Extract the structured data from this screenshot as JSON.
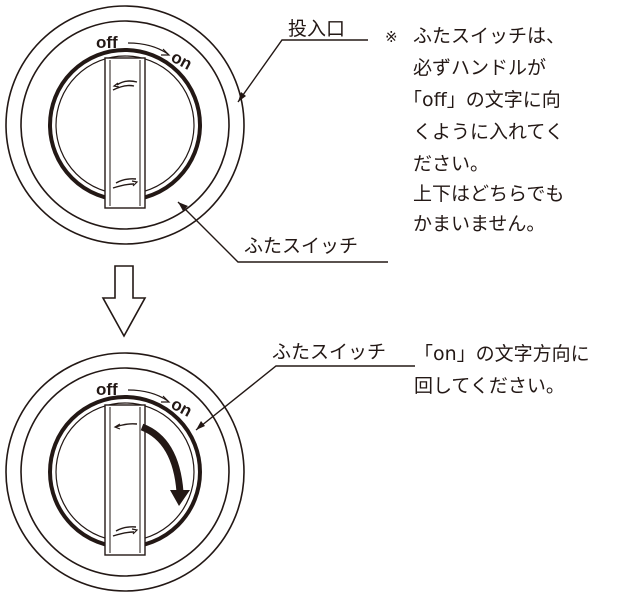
{
  "diagram": {
    "dial_labels": {
      "off": "off",
      "on": "on"
    },
    "callouts": {
      "inlet": "投入口",
      "lid_switch_top": "ふたスイッチ",
      "lid_switch_bottom": "ふたスイッチ"
    },
    "note_top": {
      "mark": "※",
      "lines": [
        "ふたスイッチは、",
        "必ずハンドルが",
        "「off」の文字に向",
        "くように入れてく",
        "ださい。",
        "上下はどちらでも",
        "かまいません。"
      ]
    },
    "note_bottom": {
      "lines": [
        "「on」の文字方向に",
        "回してください。"
      ]
    },
    "colors": {
      "ink": "#231815",
      "background": "#ffffff"
    },
    "icons": [
      "down-arrow-icon",
      "rotation-arrow-icon",
      "curved-arrow-icon"
    ]
  }
}
